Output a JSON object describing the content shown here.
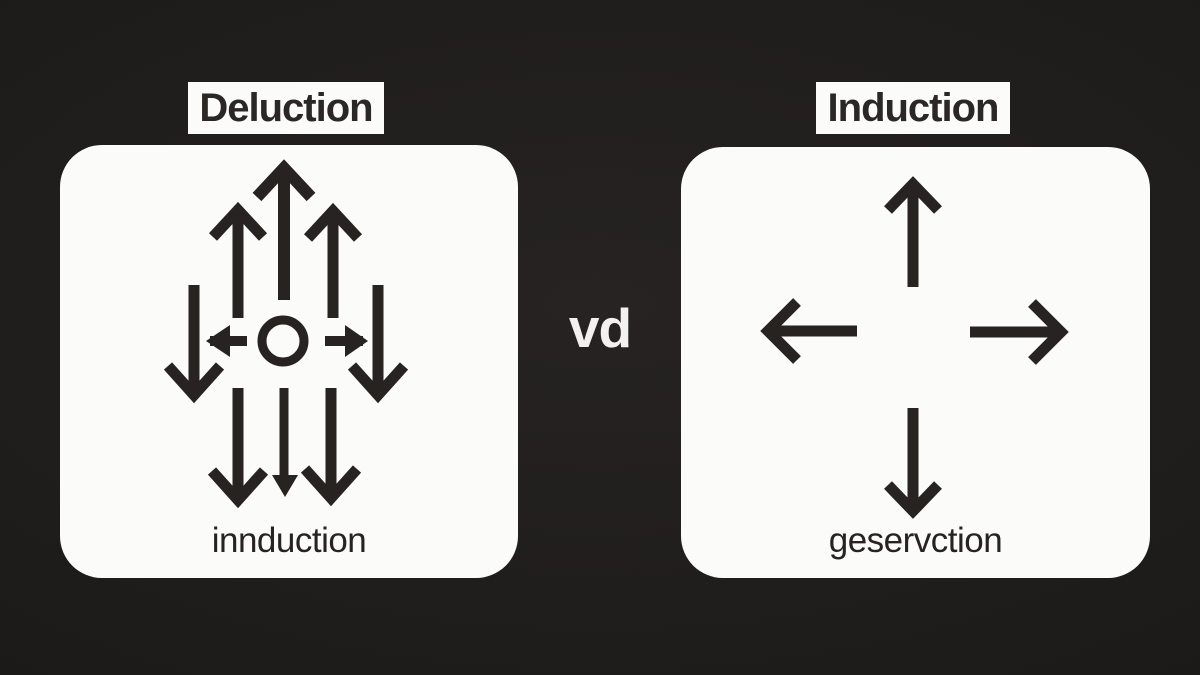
{
  "colors": {
    "background": "#201e1c",
    "card": "#fbfbfa",
    "ink": "#272320",
    "title": "#2a2724",
    "vs": "#f3f1ee"
  },
  "left_panel": {
    "title": "Deluction",
    "caption": "innduction",
    "icon": "converging-diverging-arrows-around-circle"
  },
  "divider": {
    "label": "vd"
  },
  "right_panel": {
    "title": "Induction",
    "caption": "geservction",
    "icon": "four-outward-arrows"
  }
}
